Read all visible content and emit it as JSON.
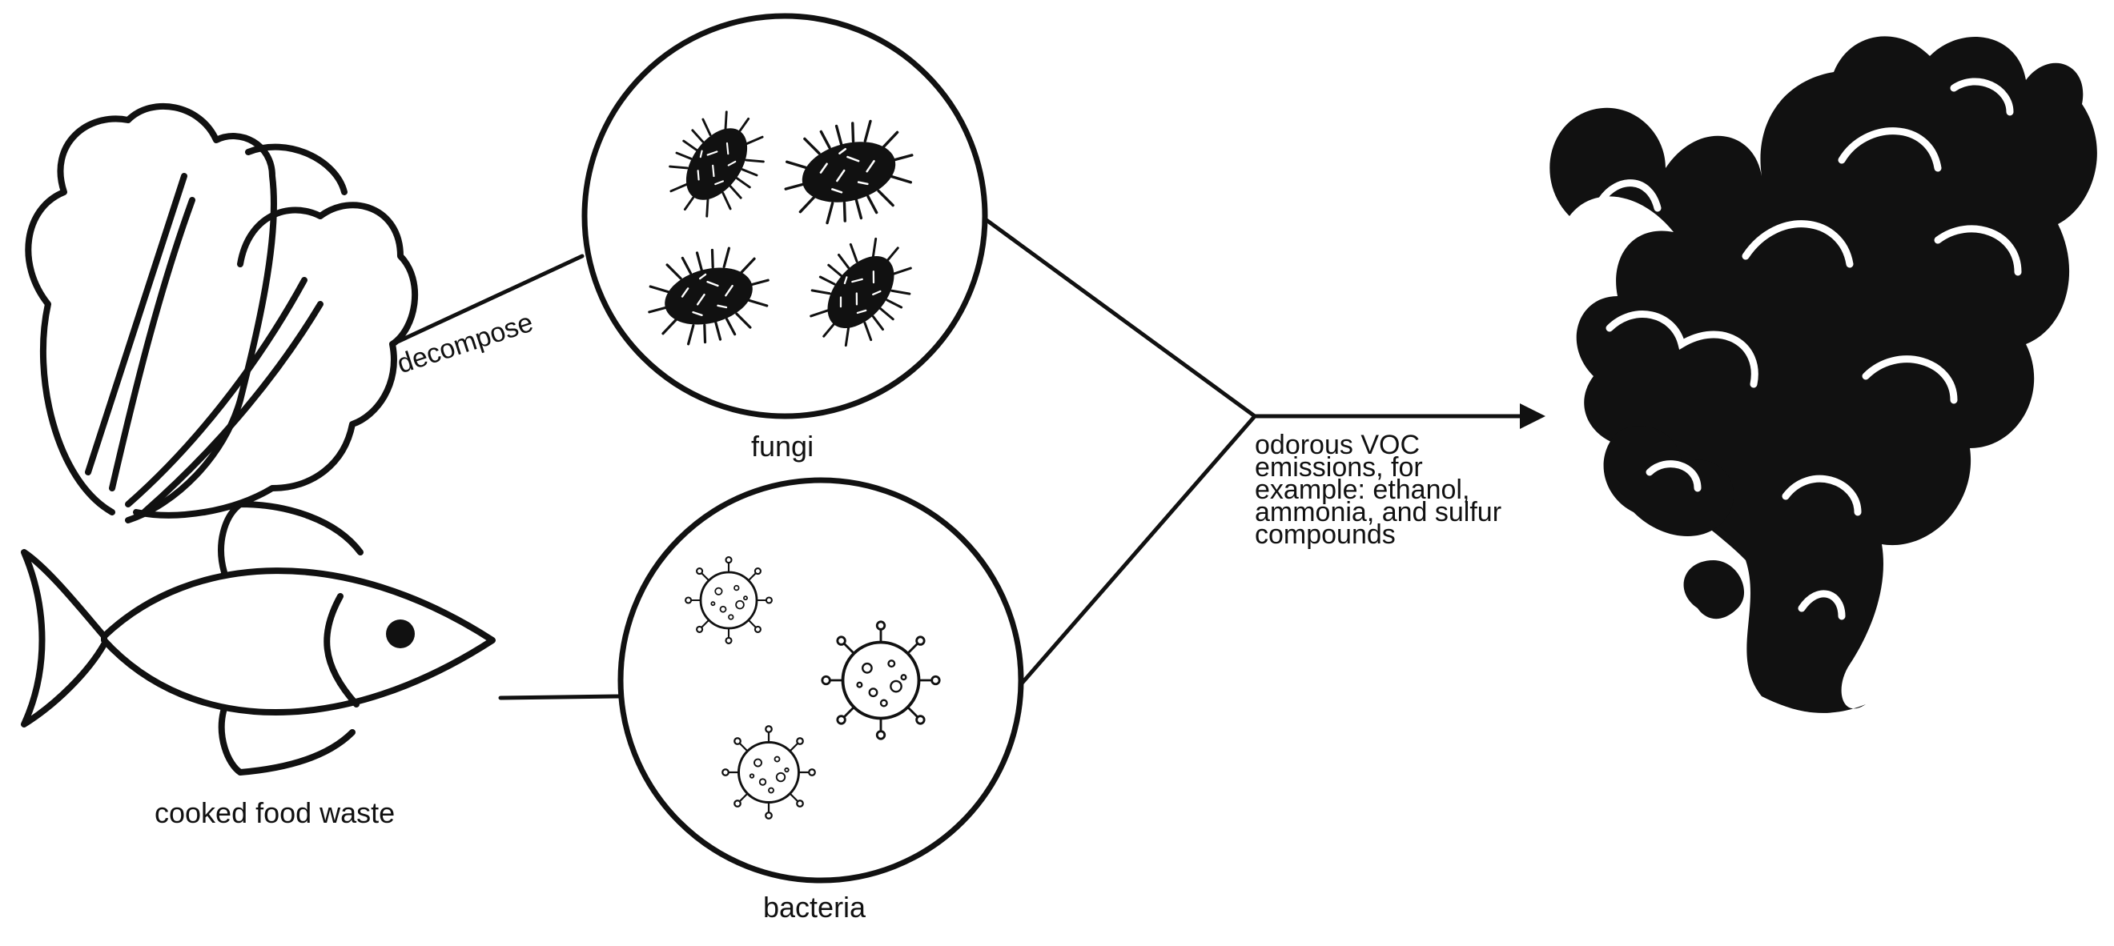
{
  "labels": {
    "decompose": "decompose",
    "fungi": "fungi",
    "bacteria": "bacteria",
    "cooked_food_waste": "cooked food waste",
    "voc_lines": [
      "odorous VOC",
      "emissions, for",
      "example: ethanol,",
      "ammonia, and sulfur",
      "compounds"
    ]
  },
  "icons": {
    "leafy_greens": "lettuce-icon",
    "fish": "fish-icon",
    "fungi": "fungi-microbe-icon",
    "bacteria": "bacteria-virus-icon",
    "smoke": "smoke-cloud-icon"
  },
  "colors": {
    "ink": "#111111",
    "background": "#ffffff"
  }
}
